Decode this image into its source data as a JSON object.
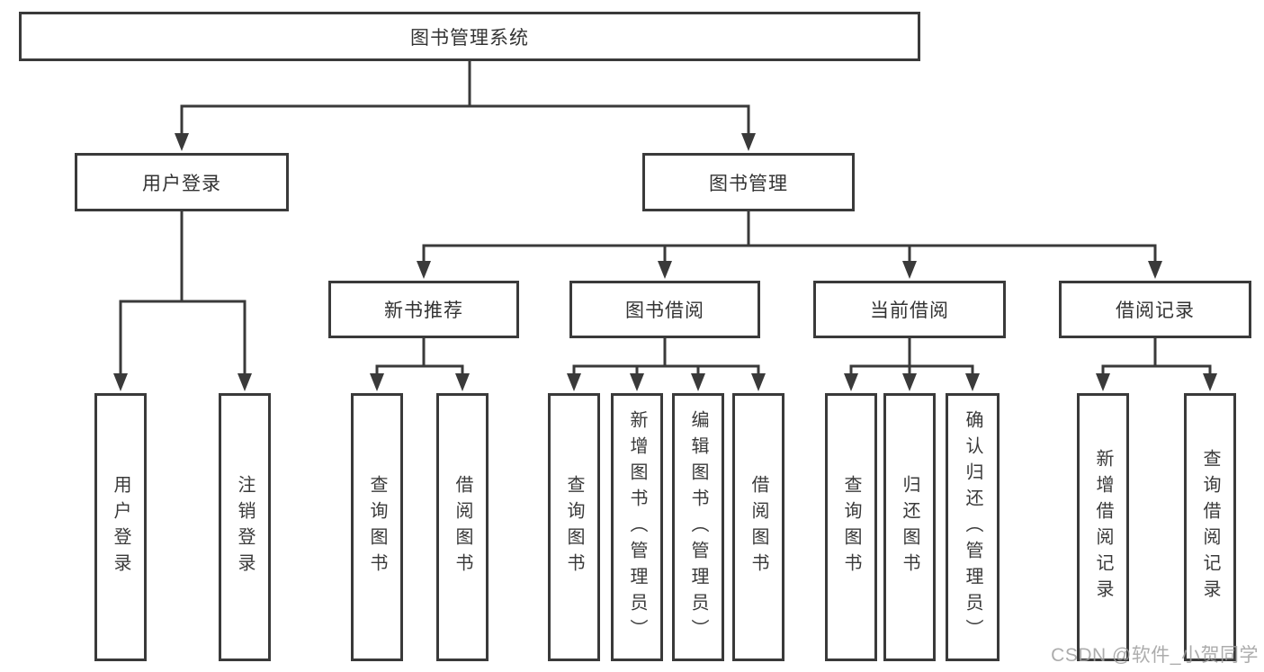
{
  "diagram": {
    "root": "图书管理系统",
    "level2": {
      "user": "用户登录",
      "book": "图书管理"
    },
    "user_children": [
      "用户登录",
      "注销登录"
    ],
    "book_groups": [
      {
        "label": "新书推荐",
        "children": [
          "查询图书",
          "借阅图书"
        ]
      },
      {
        "label": "图书借阅",
        "children": [
          "查询图书",
          "新增图书（管理员）",
          "编辑图书（管理员）",
          "借阅图书"
        ]
      },
      {
        "label": "当前借阅",
        "children": [
          "查询图书",
          "归还图书",
          "确认归还（管理员）"
        ]
      },
      {
        "label": "借阅记录",
        "children": [
          "新增借阅记录",
          "查询借阅记录"
        ]
      }
    ]
  },
  "watermark": "CSDN @软件_小贺同学",
  "colors": {
    "line": "#3a3a3a",
    "text": "#333333",
    "watermark": "#9e9e9e"
  }
}
